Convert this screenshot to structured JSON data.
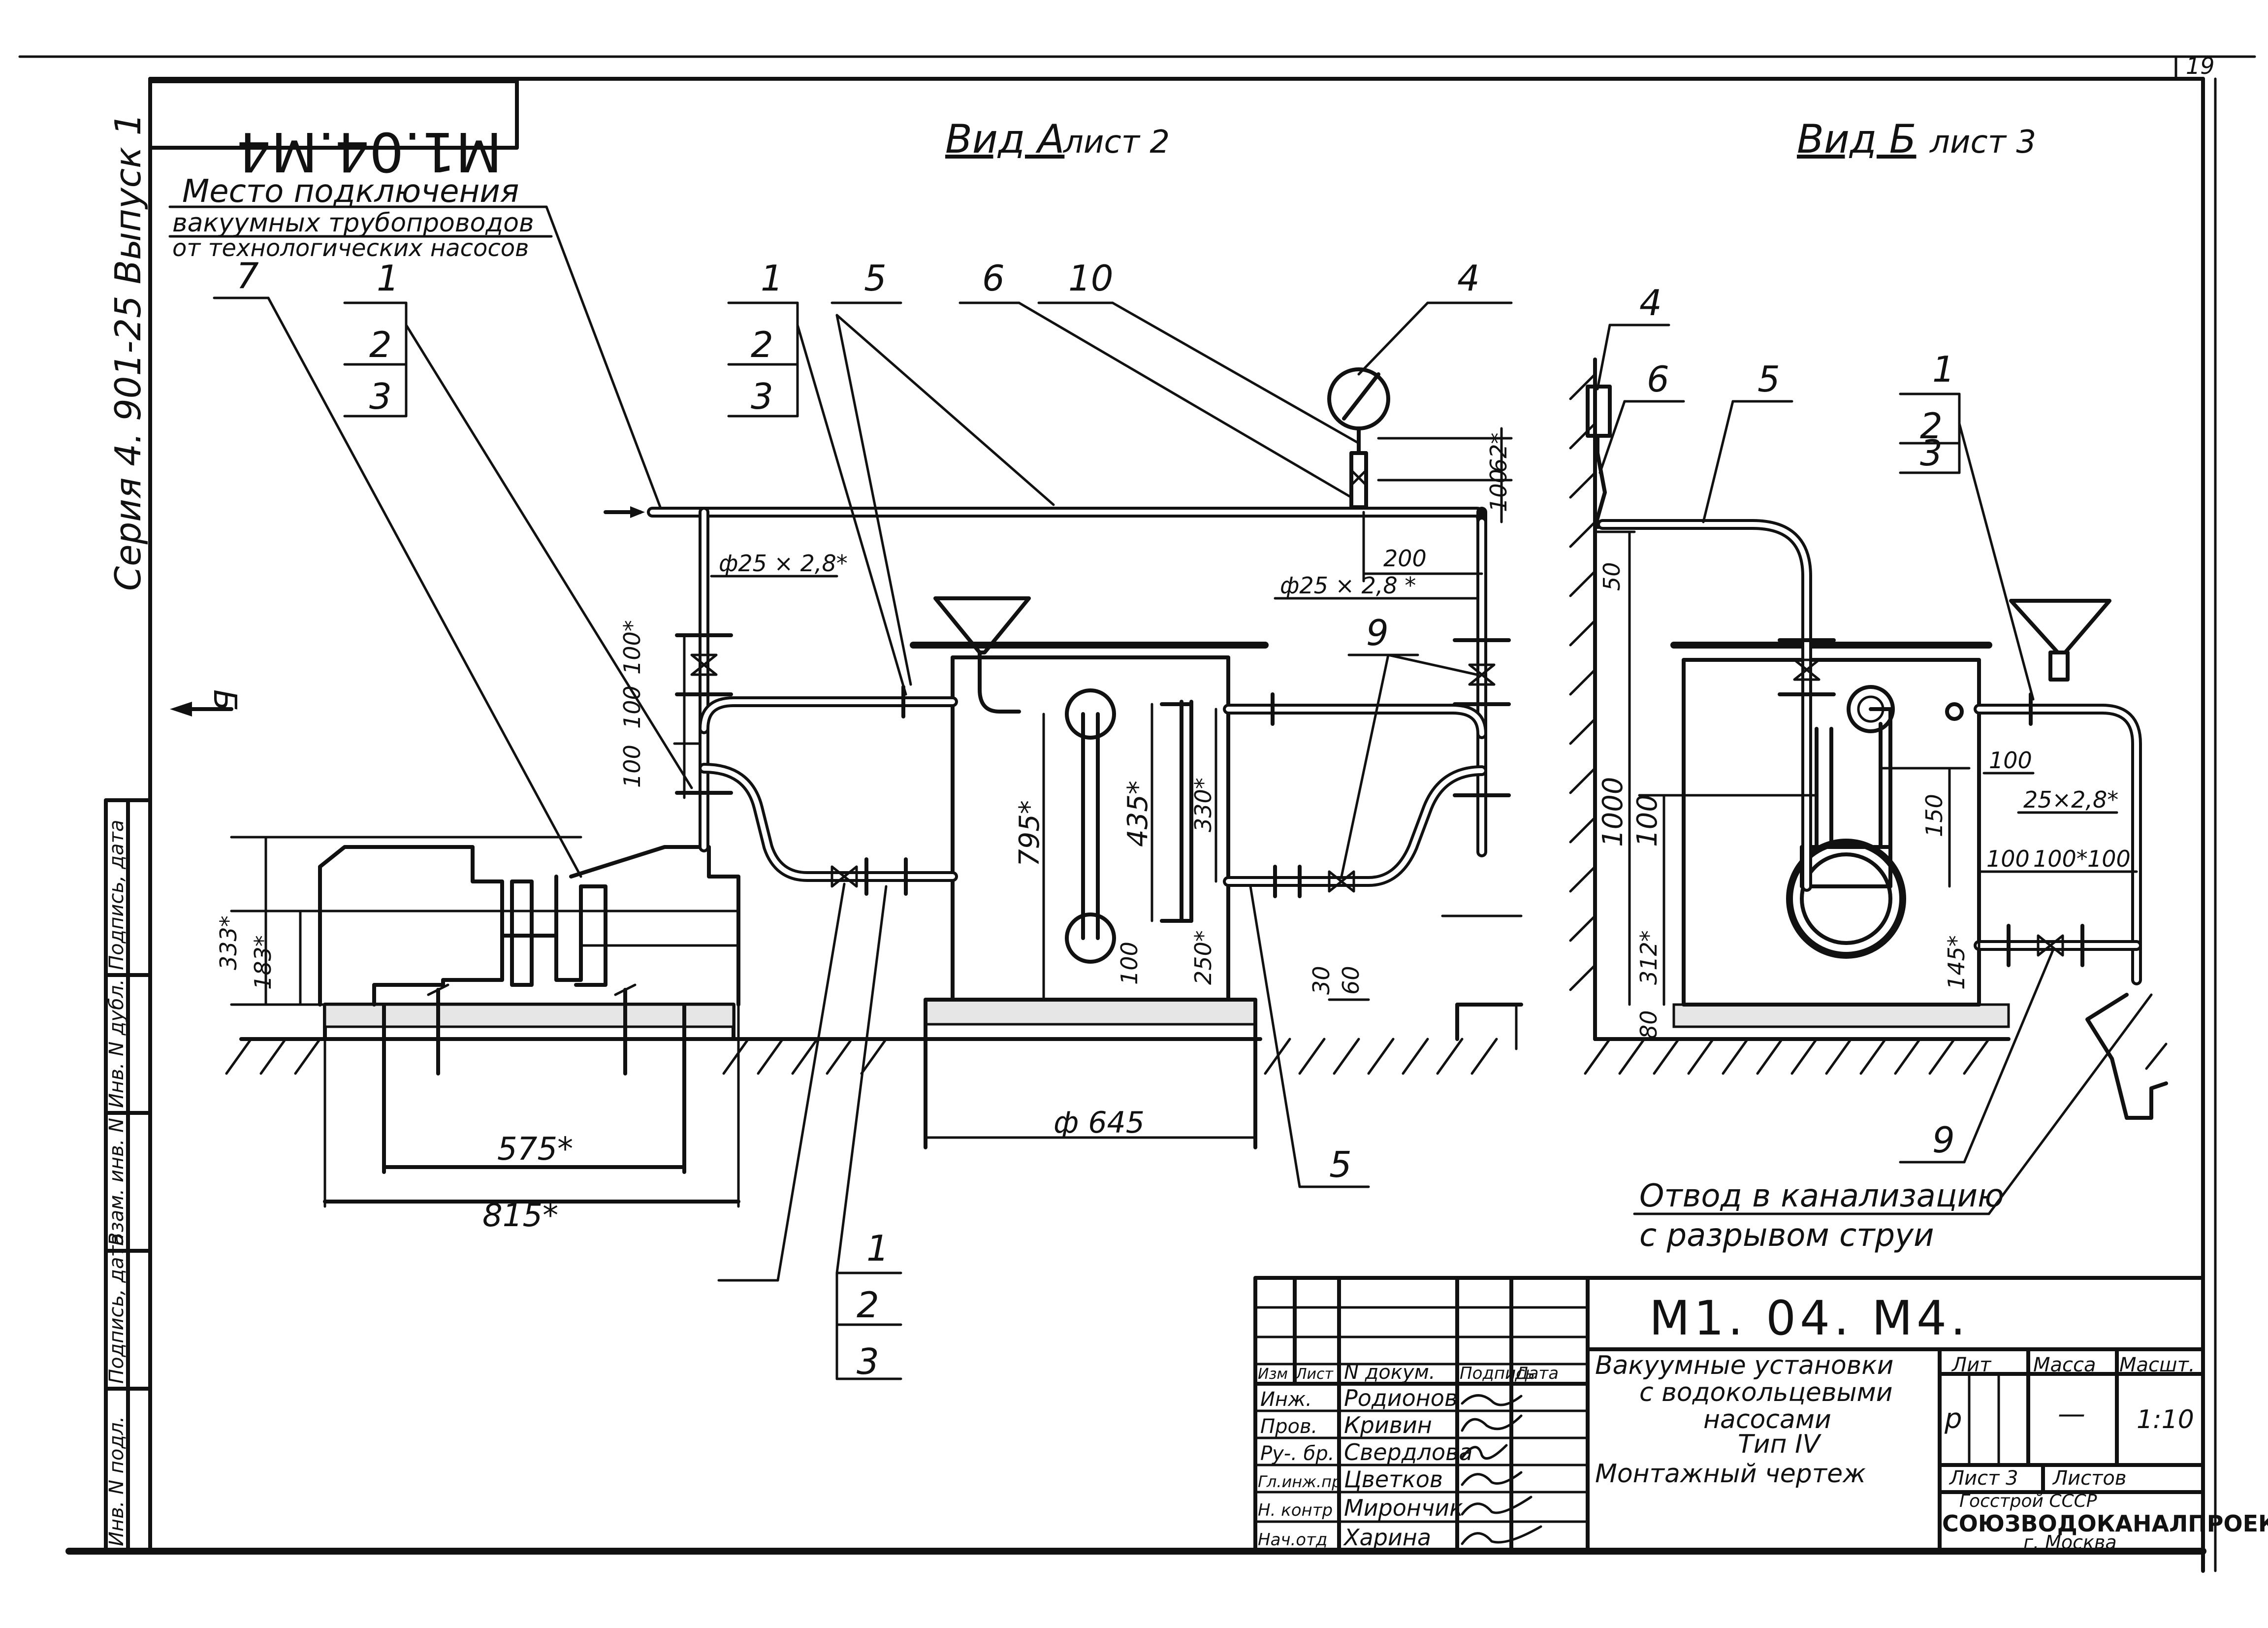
{
  "header": {
    "code_mirrored": "M1.04.M4",
    "sheet_number": "19",
    "series": "Серия 4. 901-25 Выпуск 1",
    "view_a": "Вид А",
    "view_a_sheet": "лист 2",
    "view_b": "Вид Б",
    "view_b_sheet": "лист 3",
    "arrow_b": "Б"
  },
  "annotations": {
    "connection_line1": "Место подключения",
    "connection_line2": "вакуумных трубопроводов",
    "connection_line3": "от технологических насосов",
    "drain_line1": "Отвод в канализацию",
    "drain_line2": "с разрывом струи"
  },
  "callouts": {
    "c1": "1",
    "c2": "2",
    "c3": "3",
    "c4": "4",
    "c5": "5",
    "c6": "6",
    "c7": "7",
    "c9": "9",
    "c10": "10"
  },
  "dimensions": {
    "pipe_a": "ф25 × 2,8*",
    "pipe_b": "ф25 × 2,8 *",
    "pipe_c": "25×2,8*",
    "d100_100_100": [
      "100",
      "100",
      "100*"
    ],
    "d62": "62*",
    "d100top": "100",
    "d200": "200",
    "d333": "333*",
    "d183": "183*",
    "d575": "575*",
    "d815": "815*",
    "d795": "795*",
    "d435": "435*",
    "d330": "330*",
    "d250": "250*",
    "d100mid": "100",
    "d30": "30",
    "d60": "60",
    "d645": "ф 645",
    "d50": "50",
    "d1000": "1000",
    "d100b": "100",
    "d312": "312*",
    "d80": "80",
    "d150": "150",
    "d100c": "100",
    "d100d": "100",
    "d100e": "100*",
    "d100f": "100",
    "d145": "145*"
  },
  "title_block": {
    "code": "М1. 04. М4.",
    "title_line1": "Вакуумные установки",
    "title_line2": "с водокольцевыми",
    "title_line3": "насосами",
    "title_line4": "Тип IV",
    "title_line5": "Монтажный чертеж",
    "col_izm": "Изм",
    "col_list": "Лист",
    "col_doc": "N докум.",
    "col_sign": "Подпись",
    "col_date": "Дата",
    "role_1": "Инж.",
    "name_1": "Родионов",
    "role_2": "Пров.",
    "name_2": "Кривин",
    "role_3": "Ру-. бр.",
    "name_3": "Свердлова",
    "role_4": "Гл.инж.пр",
    "name_4": "Цветков",
    "role_5": "Н. контр",
    "name_5": "Мирончик",
    "role_6": "Нач.отд",
    "name_6": "Харина",
    "lit_label": "Лит",
    "mass_label": "Масса",
    "scale_label": "Масшт.",
    "lit_value": "р",
    "mass_value": "—",
    "scale_value": "1:10",
    "sheet_label": "Лист 3",
    "sheets_label": "Листов",
    "org_line1": "Госстрой СССР",
    "org_name": "СОЮЗВОДОКАНАЛПРОЕКТ",
    "org_city": "г. Москва"
  },
  "side_stamp": {
    "s1": "Инв. N подл.",
    "s2": "Подпись, дата",
    "s3": "Взам. инв. N",
    "s4": "Инв. N дубл.",
    "s5": "Подпись, дата"
  }
}
